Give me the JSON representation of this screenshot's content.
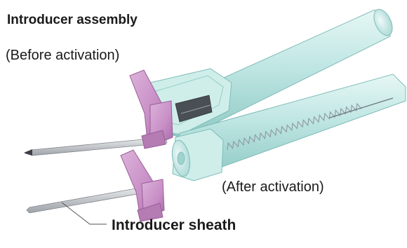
{
  "labels": {
    "title": "Introducer assembly",
    "before": "(Before activation)",
    "after": "(After activation)",
    "sheath": "Introducer sheath"
  },
  "colors": {
    "housing": "#bfe6e3",
    "housing_edge": "#7fbcb8",
    "hub": "#c88ec6",
    "hub_edge": "#9a5f98",
    "needle": "#b5b8bd",
    "spring": "#8e989e",
    "leader": "#555555"
  }
}
